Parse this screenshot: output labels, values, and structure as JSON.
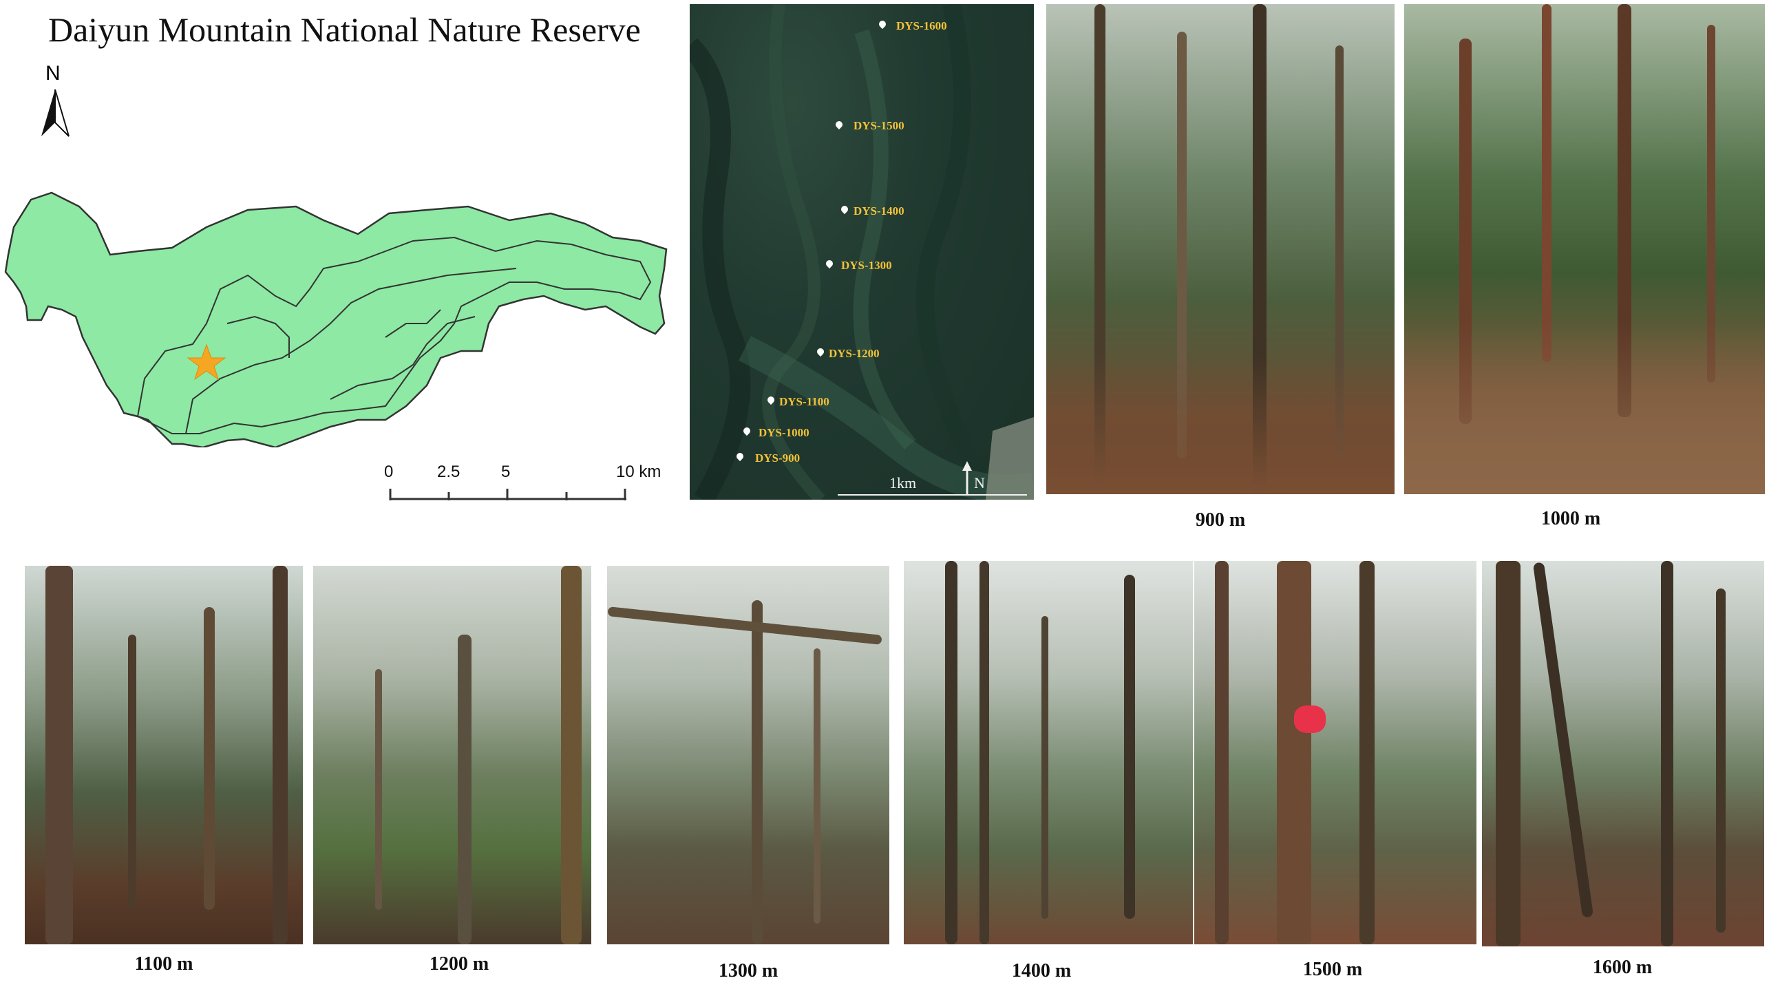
{
  "title": "Daiyun Mountain National Nature Reserve",
  "north_label": "N",
  "scale_bar": {
    "ticks": [
      "0",
      "2.5",
      "5",
      "10 km"
    ]
  },
  "map": {
    "fill_color": "#8de9a4",
    "stroke_color": "#333333",
    "star_color": "#f5a623",
    "star_icon": "star-icon"
  },
  "satellite": {
    "plots": [
      {
        "label": "DYS-1600"
      },
      {
        "label": "DYS-1500"
      },
      {
        "label": "DYS-1400"
      },
      {
        "label": "DYS-1300"
      },
      {
        "label": "DYS-1200"
      },
      {
        "label": "DYS-1100"
      },
      {
        "label": "DYS-1000"
      },
      {
        "label": "DYS-900"
      }
    ],
    "scale_label": "1km",
    "north_label": "N",
    "label_color": "#f4c238"
  },
  "photos": [
    {
      "caption": "900 m"
    },
    {
      "caption": "1000 m"
    },
    {
      "caption": "1100 m"
    },
    {
      "caption": "1200 m"
    },
    {
      "caption": "1300 m"
    },
    {
      "caption": "1400 m"
    },
    {
      "caption": "1500 m"
    },
    {
      "caption": "1600 m"
    }
  ]
}
